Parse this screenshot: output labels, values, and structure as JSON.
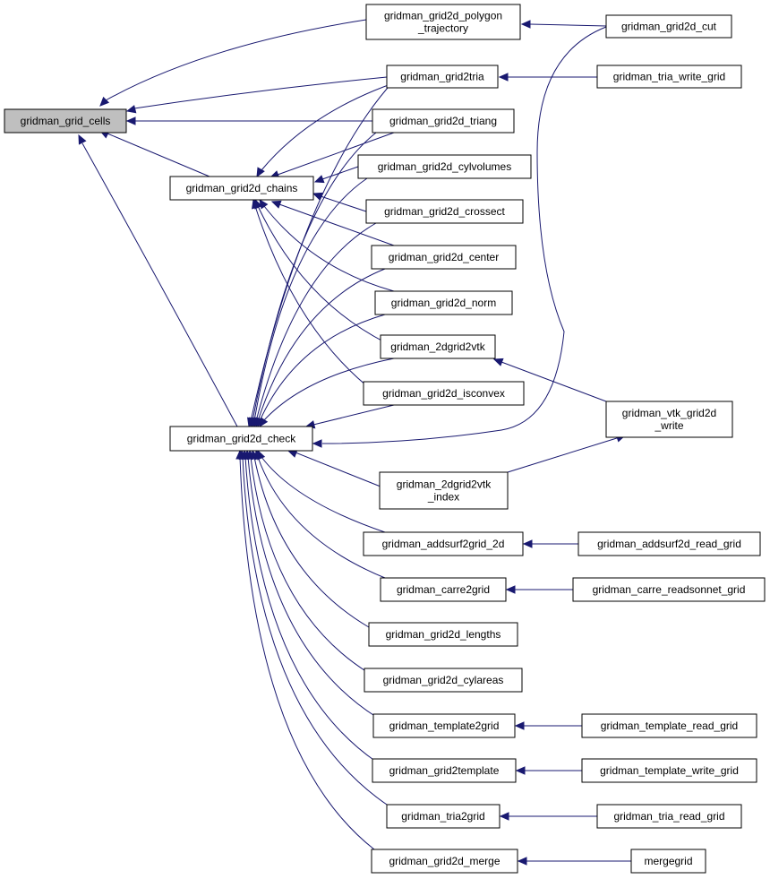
{
  "diagram": {
    "colors": {
      "edge": "#191970",
      "focus_fill": "#bfbfbf",
      "node_fill": "#ffffff",
      "node_stroke": "#000000"
    },
    "nodes": [
      {
        "id": "grid_cells",
        "lines": [
          "gridman_grid_cells"
        ],
        "focus": true
      },
      {
        "id": "polygon_traj",
        "lines": [
          "gridman_grid2d_polygon",
          "_trajectory"
        ]
      },
      {
        "id": "grid2d_cut",
        "lines": [
          "gridman_grid2d_cut"
        ]
      },
      {
        "id": "grid2tria",
        "lines": [
          "gridman_grid2tria"
        ]
      },
      {
        "id": "tria_write_grid",
        "lines": [
          "gridman_tria_write_grid"
        ]
      },
      {
        "id": "grid2d_triang",
        "lines": [
          "gridman_grid2d_triang"
        ]
      },
      {
        "id": "grid2d_chains",
        "lines": [
          "gridman_grid2d_chains"
        ]
      },
      {
        "id": "cylvolumes",
        "lines": [
          "gridman_grid2d_cylvolumes"
        ]
      },
      {
        "id": "crossect",
        "lines": [
          "gridman_grid2d_crossect"
        ]
      },
      {
        "id": "center",
        "lines": [
          "gridman_grid2d_center"
        ]
      },
      {
        "id": "norm",
        "lines": [
          "gridman_grid2d_norm"
        ]
      },
      {
        "id": "grid2vtk",
        "lines": [
          "gridman_2dgrid2vtk"
        ]
      },
      {
        "id": "isconvex",
        "lines": [
          "gridman_grid2d_isconvex"
        ]
      },
      {
        "id": "vtk_write",
        "lines": [
          "gridman_vtk_grid2d",
          "_write"
        ]
      },
      {
        "id": "grid2d_check",
        "lines": [
          "gridman_grid2d_check"
        ]
      },
      {
        "id": "grid2vtk_index",
        "lines": [
          "gridman_2dgrid2vtk",
          "_index"
        ]
      },
      {
        "id": "addsurf2grid",
        "lines": [
          "gridman_addsurf2grid_2d"
        ]
      },
      {
        "id": "addsurf_read",
        "lines": [
          "gridman_addsurf2d_read_grid"
        ]
      },
      {
        "id": "carre2grid",
        "lines": [
          "gridman_carre2grid"
        ]
      },
      {
        "id": "carre_read",
        "lines": [
          "gridman_carre_readsonnet_grid"
        ]
      },
      {
        "id": "lengths",
        "lines": [
          "gridman_grid2d_lengths"
        ]
      },
      {
        "id": "cylareas",
        "lines": [
          "gridman_grid2d_cylareas"
        ]
      },
      {
        "id": "template2grid",
        "lines": [
          "gridman_template2grid"
        ]
      },
      {
        "id": "template_read",
        "lines": [
          "gridman_template_read_grid"
        ]
      },
      {
        "id": "grid2template",
        "lines": [
          "gridman_grid2template"
        ]
      },
      {
        "id": "template_write",
        "lines": [
          "gridman_template_write_grid"
        ]
      },
      {
        "id": "tria2grid",
        "lines": [
          "gridman_tria2grid"
        ]
      },
      {
        "id": "tria_read",
        "lines": [
          "gridman_tria_read_grid"
        ]
      },
      {
        "id": "merge",
        "lines": [
          "gridman_grid2d_merge"
        ]
      },
      {
        "id": "mergegrid",
        "lines": [
          "mergegrid"
        ]
      }
    ]
  }
}
